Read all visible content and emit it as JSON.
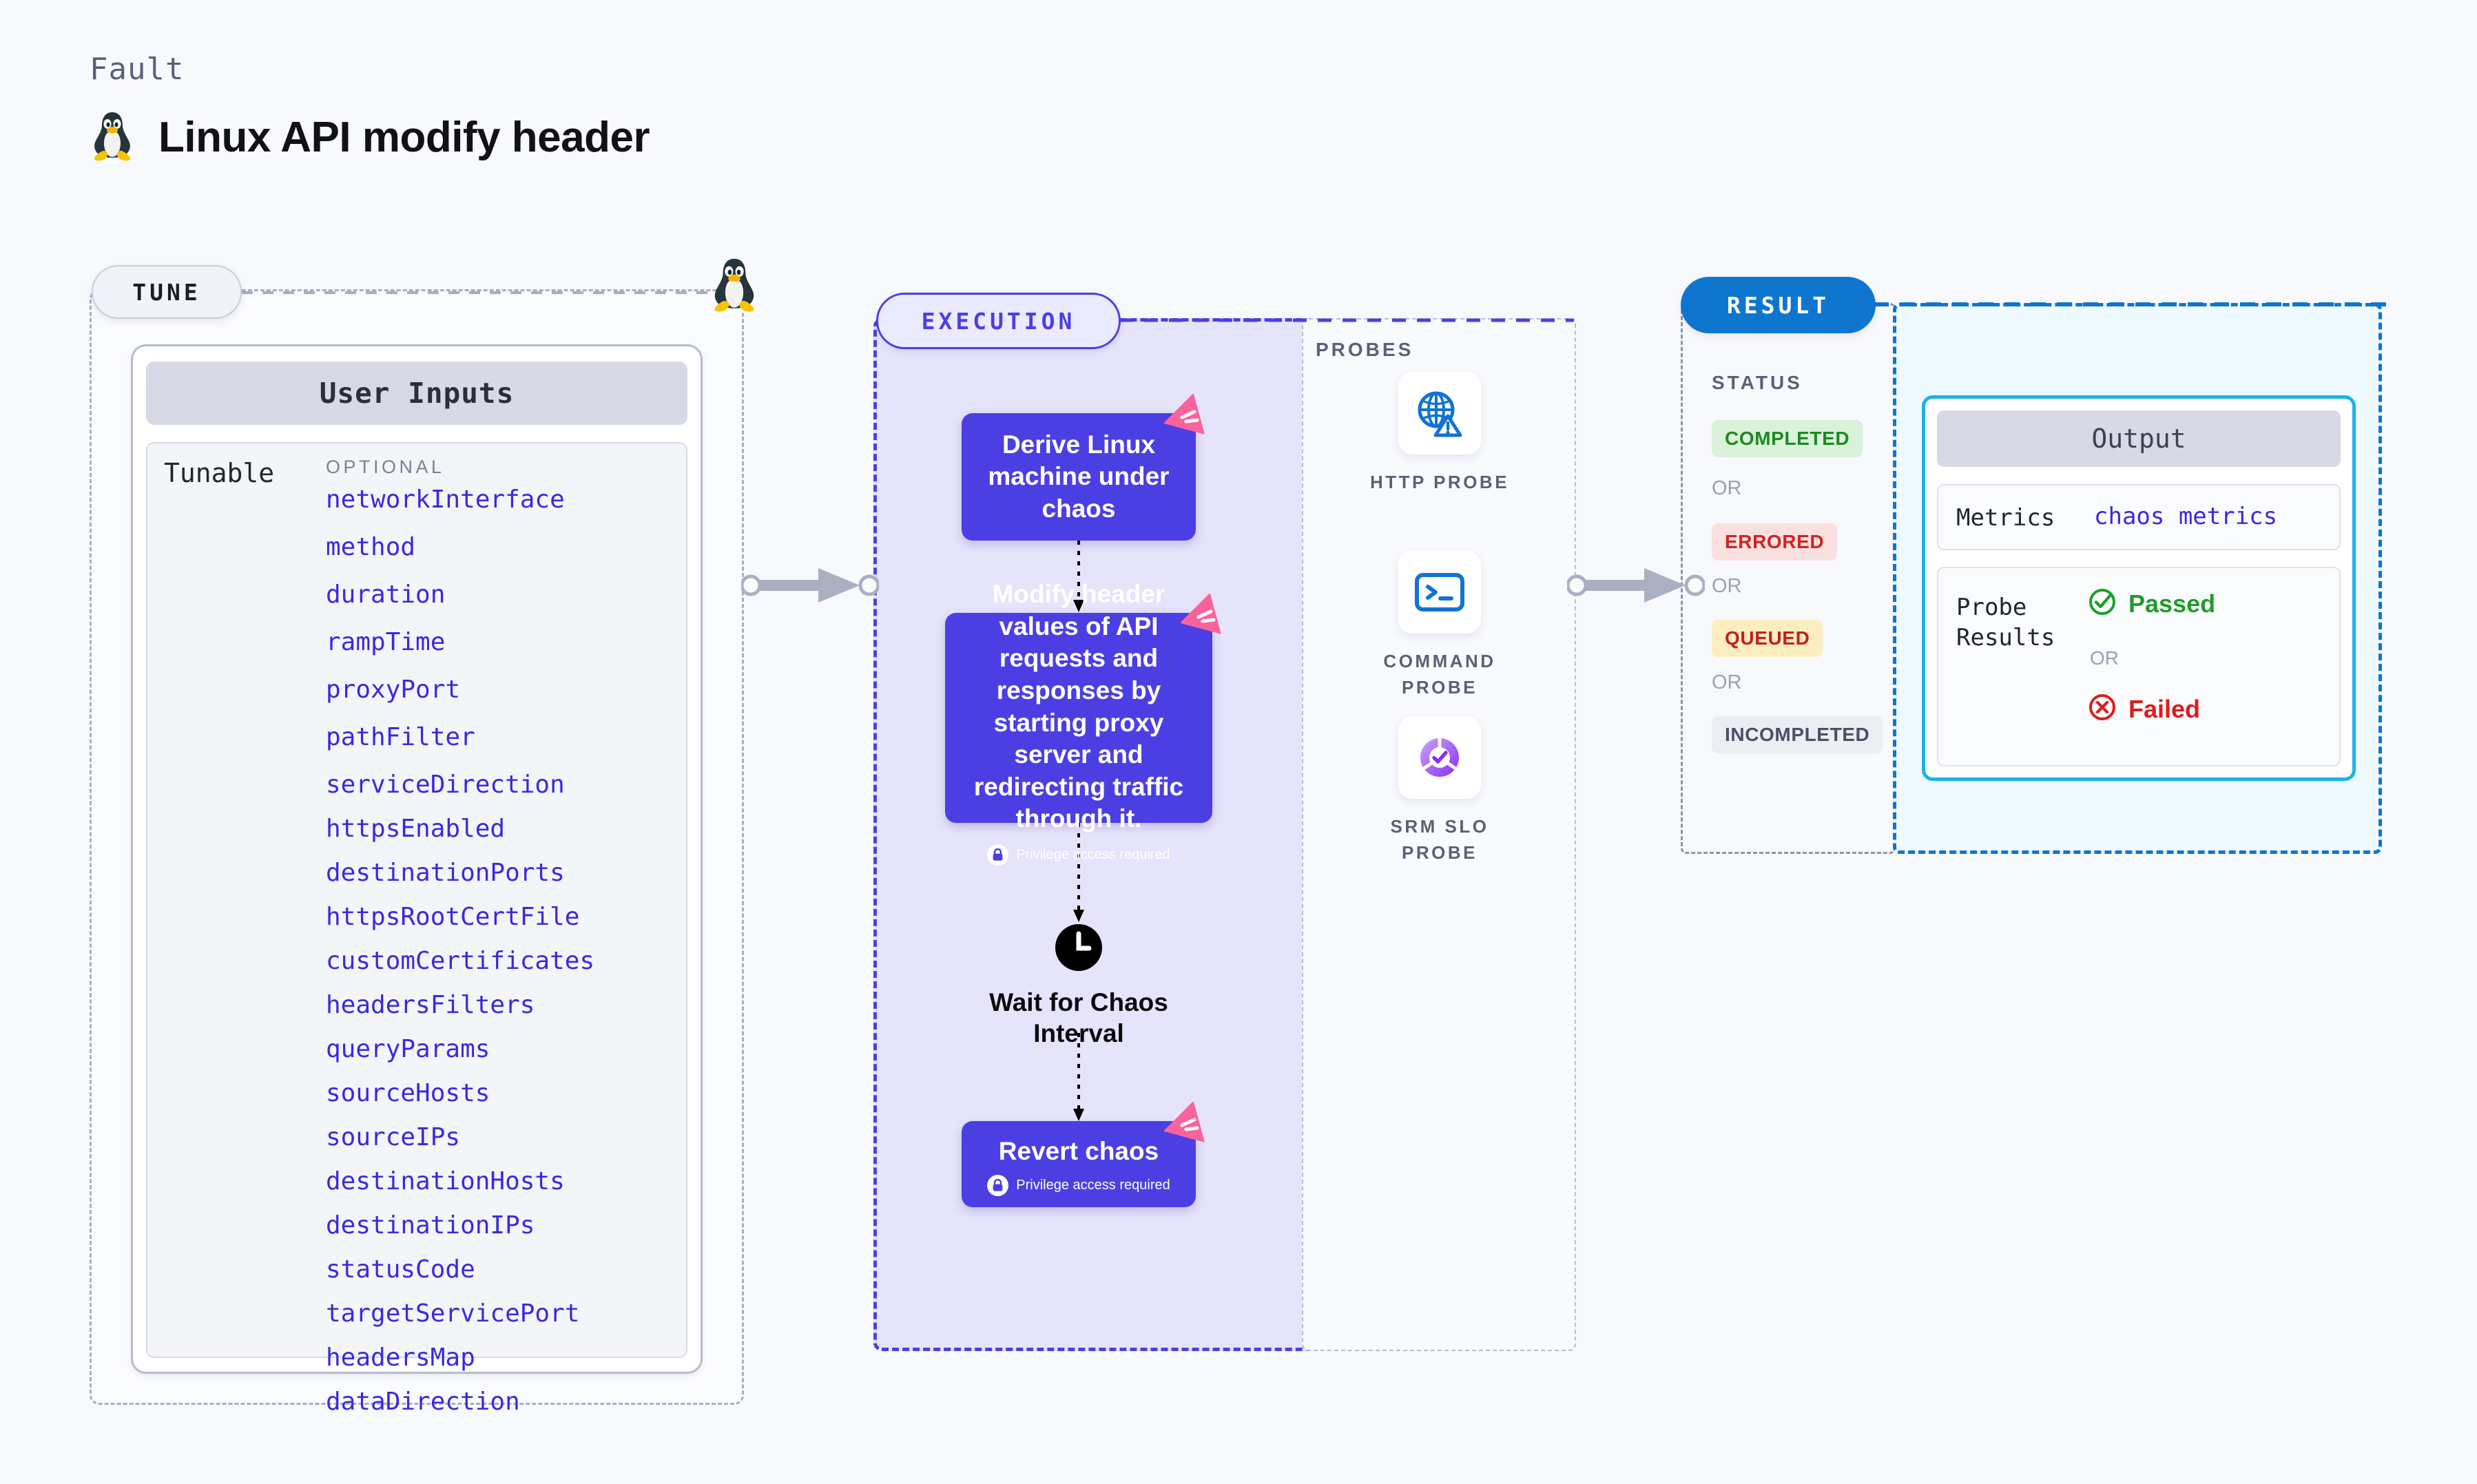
{
  "header": {
    "eyebrow": "Fault",
    "title": "Linux API modify header",
    "os_icon": "linux-tux-icon"
  },
  "tune": {
    "tag": "TUNE",
    "card_title": "User Inputs",
    "group_label": "Tunable",
    "requirement_label": "OPTIONAL",
    "params": [
      "networkInterface",
      "method",
      "duration",
      "rampTime",
      "proxyPort",
      "pathFilter",
      "serviceDirection",
      "httpsEnabled",
      "destinationPorts",
      "httpsRootCertFile",
      "customCertificates",
      "headersFilters",
      "queryParams",
      "sourceHosts",
      "sourceIPs",
      "destinationHosts",
      "destinationIPs",
      "statusCode",
      "targetServicePort",
      "headersMap",
      "dataDirection"
    ]
  },
  "execution": {
    "tag": "EXECUTION",
    "privilege_note": "Privilege access required",
    "nodes": [
      {
        "id": "derive",
        "label": "Derive Linux machine under chaos",
        "privilege": false,
        "ribbon": true
      },
      {
        "id": "modify",
        "label": "Modify header values of API requests and responses by starting proxy server and redirecting traffic through it.",
        "privilege": true,
        "ribbon": true
      },
      {
        "id": "wait",
        "label": "Wait for Chaos Interval",
        "icon": "clock-icon",
        "privilege": false,
        "ribbon": false
      },
      {
        "id": "revert",
        "label": "Revert chaos",
        "privilege": true,
        "ribbon": true
      }
    ]
  },
  "probes": {
    "title": "PROBES",
    "items": [
      {
        "label": "HTTP PROBE",
        "icon": "globe-warning-icon"
      },
      {
        "label": "COMMAND PROBE",
        "icon": "terminal-icon"
      },
      {
        "label": "SRM SLO PROBE",
        "icon": "slo-donut-check-icon"
      }
    ]
  },
  "result": {
    "tag": "RESULT",
    "status_title": "STATUS",
    "or_label": "OR",
    "statuses": [
      {
        "label": "COMPLETED",
        "color": "#1e8a22",
        "bg": "#d9f2d9"
      },
      {
        "label": "ERRORED",
        "color": "#d12323",
        "bg": "#fbe0e0"
      },
      {
        "label": "QUEUED",
        "color": "#c31f1f",
        "bg": "#fdeec0"
      },
      {
        "label": "INCOMPLETED",
        "color": "#4b5163",
        "bg": "#eceef4"
      }
    ]
  },
  "output": {
    "title": "Output",
    "metrics_key": "Metrics",
    "metrics_value": "chaos metrics",
    "probe_results_key": "Probe Results",
    "passed_label": "Passed",
    "failed_label": "Failed",
    "or_label": "OR"
  },
  "colors": {
    "accent_purple": "#4b3fe4",
    "param_blue": "#3a29e0",
    "result_blue": "#0e76cf",
    "output_cyan": "#1ab3e8",
    "ribbon_pink": "#f9639b"
  }
}
